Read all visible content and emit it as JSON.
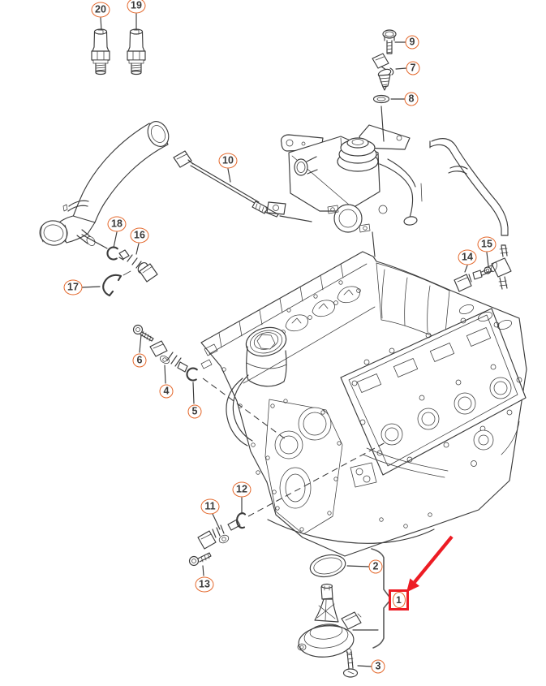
{
  "diagram": {
    "colors": {
      "background": "#ffffff",
      "line_art": "#3c3c3c",
      "callout_ring": "#e4682c",
      "number_text": "#3a3a3a",
      "highlight_red": "#ed1c24"
    },
    "callouts": {
      "k1": "1",
      "k2": "2",
      "k3": "3",
      "k4": "4",
      "k5": "5",
      "k6": "6",
      "k7": "7",
      "k8": "8",
      "k9": "9",
      "k10": "10",
      "k11": "11",
      "k12": "12",
      "k13": "13",
      "k14": "14",
      "k15": "15",
      "k16": "16",
      "k17": "17",
      "k18": "18",
      "k19": "19",
      "k20": "20"
    },
    "highlight": {
      "target_callout": "1"
    }
  }
}
